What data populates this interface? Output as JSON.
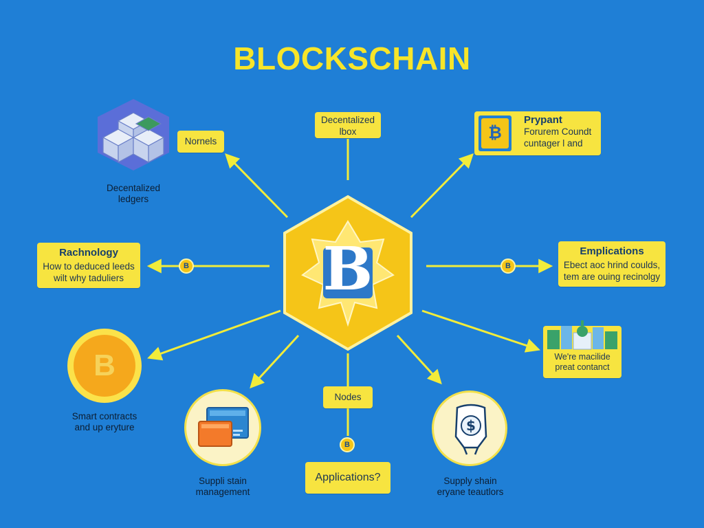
{
  "title": "BLOCKSCHAIN",
  "center": {
    "letter": "B"
  },
  "top_left": {
    "label": "Nornels",
    "caption_line1": "Decentalized",
    "caption_line2": "ledgers"
  },
  "top_center": {
    "line1": "Decentalized",
    "line2": "lbox"
  },
  "top_right": {
    "heading": "Prypant",
    "line1": "Forurem Coundt",
    "line2": "cuntager l and"
  },
  "mid_left": {
    "heading": "Rachnology",
    "line1": "How to deduced leeds",
    "line2": "wilt why taduliers",
    "badge": "B"
  },
  "mid_right": {
    "heading": "Emplications",
    "line1": "Ebect aoc hrind coulds,",
    "line2": "tem are ouing recinolgy",
    "badge": "B"
  },
  "lower_right": {
    "line1": "We're macilide",
    "line2": "preat contanct"
  },
  "bottom_left": {
    "coin": "B",
    "caption_line1": "Smart contracts",
    "caption_line2": "and up eryture"
  },
  "bottom_center_left": {
    "caption_line1": "Suppli stain",
    "caption_line2": "management"
  },
  "bottom_center": {
    "label": "Nodes",
    "badge": "B",
    "apps": "Applications?"
  },
  "bottom_right": {
    "symbol": "$",
    "caption_line1": "Supply shain",
    "caption_line2": "eryane teautlors"
  },
  "colors": {
    "background": "#1f7fd6",
    "accent_yellow": "#f7e440",
    "title_yellow": "#f7e52a",
    "arrow": "#f2ec3a",
    "hex_gold": "#f5c518"
  }
}
